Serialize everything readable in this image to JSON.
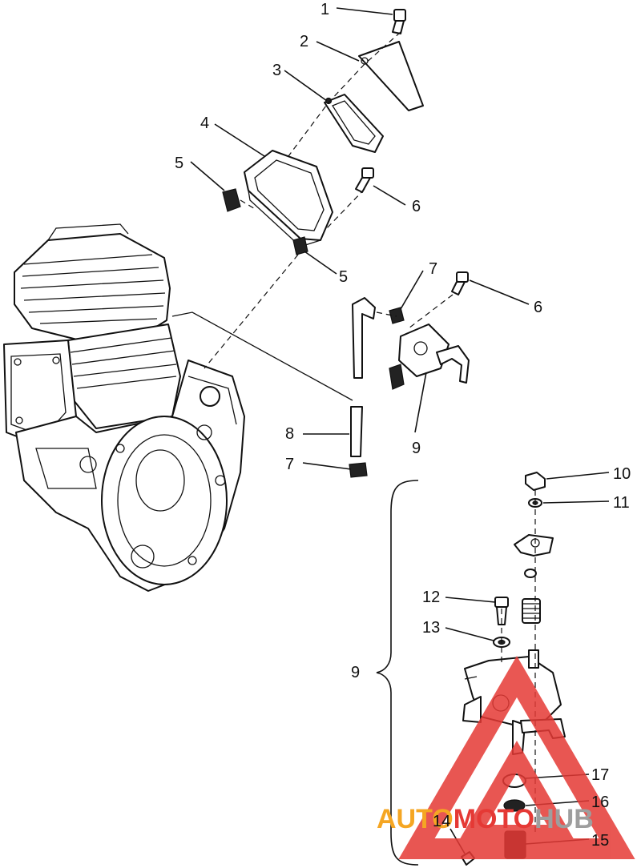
{
  "callouts": [
    {
      "id": "c1",
      "text": "1"
    },
    {
      "id": "c2",
      "text": "2"
    },
    {
      "id": "c3",
      "text": "3"
    },
    {
      "id": "c4",
      "text": "4"
    },
    {
      "id": "c5a",
      "text": "5"
    },
    {
      "id": "c6a",
      "text": "6"
    },
    {
      "id": "c5b",
      "text": "5"
    },
    {
      "id": "c7a",
      "text": "7"
    },
    {
      "id": "c6b",
      "text": "6"
    },
    {
      "id": "c8",
      "text": "8"
    },
    {
      "id": "c9a",
      "text": "9"
    },
    {
      "id": "c7b",
      "text": "7"
    },
    {
      "id": "c10",
      "text": "10"
    },
    {
      "id": "c11",
      "text": "11"
    },
    {
      "id": "c12",
      "text": "12"
    },
    {
      "id": "c13",
      "text": "13"
    },
    {
      "id": "c9b",
      "text": "9"
    },
    {
      "id": "c17",
      "text": "17"
    },
    {
      "id": "c16",
      "text": "16"
    },
    {
      "id": "c14",
      "text": "14"
    },
    {
      "id": "c15",
      "text": "15"
    }
  ],
  "watermark": {
    "part1": "AUTO",
    "part2": "MOTO",
    "part3": "HUB",
    "color_orange": "#f5a623",
    "color_red": "#e53935",
    "color_gray": "#9e9e9e"
  }
}
